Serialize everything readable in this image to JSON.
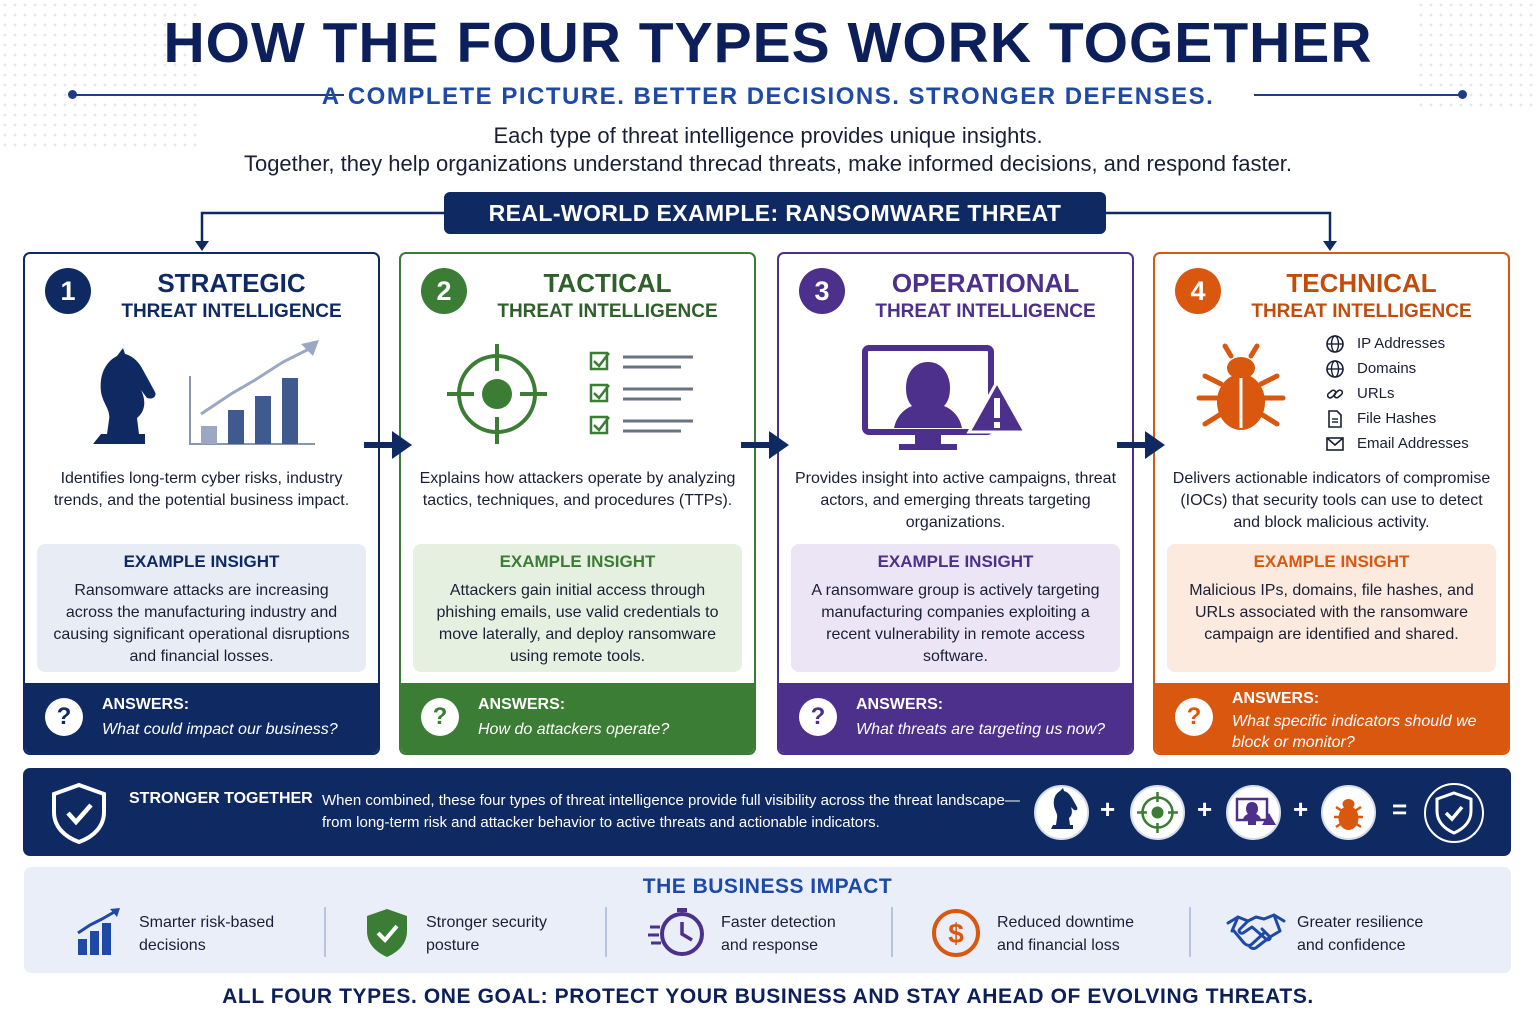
{
  "header": {
    "title": "HOW THE FOUR TYPES WORK TOGETHER",
    "subtitle": "A COMPLETE PICTURE. BETTER DECISIONS. STRONGER DEFENSES.",
    "intro_line1": "Each type of threat intelligence provides unique insights.",
    "intro_line2": "Together, they help organizations understand threcad threats, make informed decisions, and respond faster."
  },
  "banner": "REAL-WORLD EXAMPLE: RANSOMWARE THREAT",
  "cards": [
    {
      "number": "1",
      "title": "STRATEGIC",
      "subtitle": "THREAT INTELLIGENCE",
      "description": "Identifies long-term cyber risks, industry trends, and the potential business impact.",
      "example_heading": "EXAMPLE INSIGHT",
      "example_text": "Ransomware attacks are increasing across the manufacturing industry and causing significant operational disruptions and financial losses.",
      "answers_label": "ANSWERS:",
      "answers_text": "What could impact our business?",
      "color": "#0f2a63"
    },
    {
      "number": "2",
      "title": "TACTICAL",
      "subtitle": "THREAT INTELLIGENCE",
      "description": "Explains how attackers operate by analyzing tactics, techniques, and procedures (TTPs).",
      "example_heading": "EXAMPLE INSIGHT",
      "example_text": "Attackers gain initial access through phishing emails, use valid credentials to move laterally, and deploy ransomware using remote tools.",
      "answers_label": "ANSWERS:",
      "answers_text": "How do attackers operate?",
      "color": "#3b7d35"
    },
    {
      "number": "3",
      "title": "OPERATIONAL",
      "subtitle": "THREAT INTELLIGENCE",
      "description": "Provides insight into active campaigns, threat actors, and emerging threats targeting organizations.",
      "example_heading": "EXAMPLE INSIGHT",
      "example_text": "A ransomware group is actively targeting manufacturing companies exploiting a recent vulnerability in remote access software.",
      "answers_label": "ANSWERS:",
      "answers_text": "What threats are targeting us now?",
      "color": "#4d2f8c"
    },
    {
      "number": "4",
      "title": "TECHNICAL",
      "subtitle": "THREAT INTELLIGENCE",
      "description": "Delivers actionable indicators of compromise (IOCs) that security tools can use to detect and block malicious activity.",
      "example_heading": "EXAMPLE INSIGHT",
      "example_text": "Malicious IPs, domains, file hashes, and URLs associated with the ransomware campaign are identified and shared.",
      "answers_label": "ANSWERS:",
      "answers_text": "What specific indicators should we block or monitor?",
      "color": "#d9570f",
      "iocs": [
        "IP Addresses",
        "Domains",
        "URLs",
        "File Hashes",
        "Email Addresses"
      ]
    }
  ],
  "stronger": {
    "title": "STRONGER TOGETHER",
    "text": "When combined, these four types of threat intelligence provide full visibility across the threat landscape—from long-term risk and attacker behavior to active threats and actionable indicators.",
    "plus": "+",
    "equals": "="
  },
  "impact": {
    "title": "THE BUSINESS IMPACT",
    "items": [
      {
        "line1": "Smarter risk-based",
        "line2": "decisions"
      },
      {
        "line1": "Stronger security",
        "line2": "posture"
      },
      {
        "line1": "Faster detection",
        "line2": "and response"
      },
      {
        "line1": "Reduced downtime",
        "line2": "and financial loss"
      },
      {
        "line1": "Greater resilience",
        "line2": "and confidence"
      }
    ]
  },
  "footer": "ALL FOUR TYPES. ONE GOAL: PROTECT YOUR BUSINESS AND STAY AHEAD OF EVOLVING THREATS.",
  "colors": {
    "navy": "#0f2a63",
    "green": "#3b7d35",
    "purple": "#4d2f8c",
    "orange": "#d9570f",
    "accent_blue": "#1e4aa6"
  }
}
